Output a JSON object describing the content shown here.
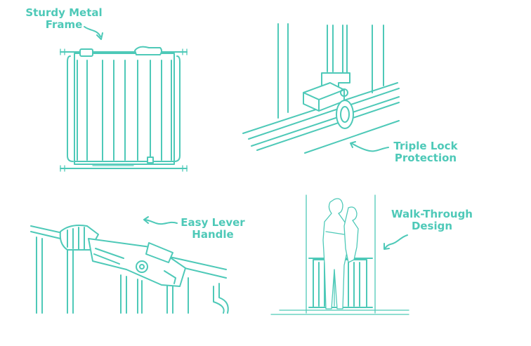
{
  "colors": {
    "accent": "#4ec9b8",
    "background": "#ffffff"
  },
  "features": [
    {
      "line1": "Sturdy Metal",
      "line2": "Frame"
    },
    {
      "line1": "Triple Lock",
      "line2": "Protection"
    },
    {
      "line1": "Easy Lever",
      "line2": "Handle"
    },
    {
      "line1": "Walk-Through",
      "line2": "Design"
    }
  ],
  "icons": [
    "sturdy-frame-gate-illustration",
    "triple-lock-illustration",
    "lever-handle-illustration",
    "walk-through-illustration",
    "curved-arrow-icon"
  ]
}
